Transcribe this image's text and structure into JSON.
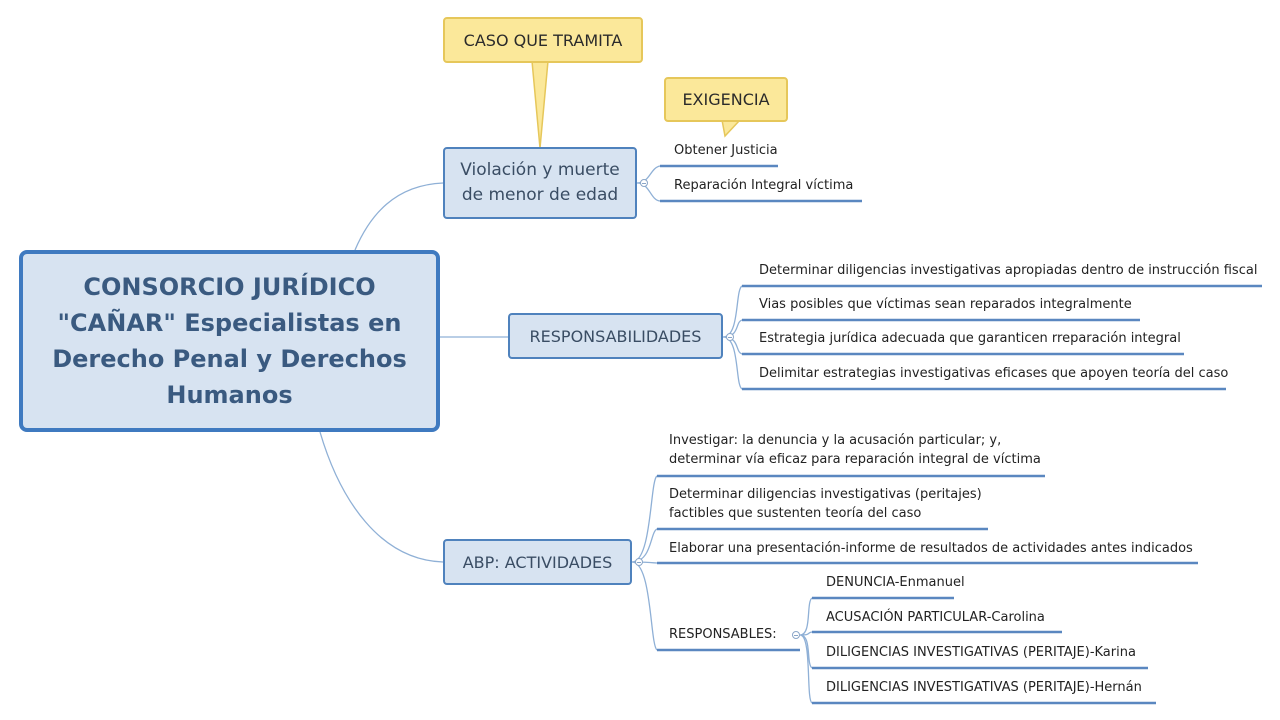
{
  "central": "CONSORCIO JURÍDICO \"CAÑAR\" Especialistas en Derecho Penal y Derechos Humanos",
  "callouts": {
    "caso": "CASO QUE TRAMITA",
    "exigencia": "EXIGENCIA"
  },
  "branches": {
    "violacion": {
      "title": "Violación y muerte de menor de edad",
      "items": [
        "Obtener Justicia",
        "Reparación Integral víctima"
      ]
    },
    "responsabilidades": {
      "title": "RESPONSABILIDADES",
      "items": [
        "Determinar diligencias investigativas apropiadas dentro de instrucción fiscal",
        "Vias posibles que víctimas sean reparados integralmente",
        "Estrategia jurídica adecuada que garanticen rreparación integral",
        "Delimitar estrategias investigativas eficases que apoyen teoría del caso"
      ]
    },
    "abp": {
      "title": "ABP: ACTIVIDADES",
      "items": [
        {
          "line1": "Investigar: la denuncia y  la acusación particular; y,",
          "line2": "determinar vía eficaz para reparación integral de víctima"
        },
        {
          "line1": "Determinar diligencias investigativas (peritajes)",
          "line2": "factibles que sustenten teoría del caso"
        },
        {
          "line1": "Elaborar una presentación-informe de resultados de actividades antes indicados"
        }
      ],
      "responsables": {
        "label": "RESPONSABLES:",
        "items": [
          "DENUNCIA-Enmanuel",
          "ACUSACIÓN PARTICULAR-Carolina",
          "DILIGENCIAS INVESTIGATIVAS (PERITAJE)-Karina",
          "DILIGENCIAS INVESTIGATIVAS (PERITAJE)-Hernán"
        ]
      }
    }
  },
  "colors": {
    "node_fill": "#d7e3f1",
    "node_border": "#4f82bd",
    "callout_fill": "#fbe89a",
    "link": "#6f9bcf"
  }
}
